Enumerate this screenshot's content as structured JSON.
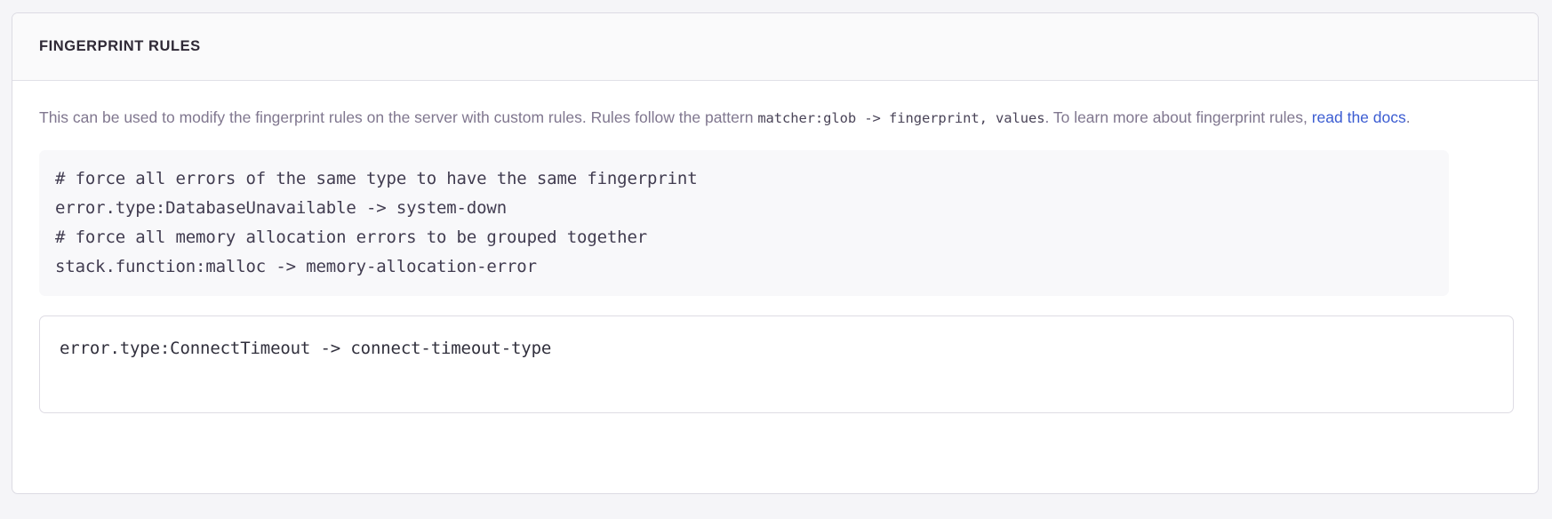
{
  "panel": {
    "title": "FINGERPRINT RULES",
    "description": {
      "part1": "This can be used to modify the fingerprint rules on the server with custom rules. Rules follow the pattern ",
      "code1": "matcher:glob -> fingerprint, values",
      "part2": ". To learn more about fingerprint rules, ",
      "link_text": "read the docs",
      "part3": "."
    },
    "example_code": {
      "lines": [
        "# force all errors of the same type to have the same fingerprint",
        "error.type:DatabaseUnavailable -> system-down",
        "# force all memory allocation errors to be grouped together",
        "stack.function:malloc -> memory-allocation-error"
      ]
    },
    "rules_input": {
      "value": "error.type:ConnectTimeout -> connect-timeout-type",
      "placeholder": ""
    }
  },
  "colors": {
    "page_background": "#f5f5f8",
    "panel_background": "#ffffff",
    "panel_header_background": "#fafafb",
    "panel_border": "#dcdbe3",
    "title_text": "#2f2936",
    "description_text": "#80778f",
    "link": "#3c5dd2",
    "code_background": "#f8f8fa",
    "code_text": "#413c50",
    "input_border": "#dedce4",
    "input_text": "#31303d"
  }
}
